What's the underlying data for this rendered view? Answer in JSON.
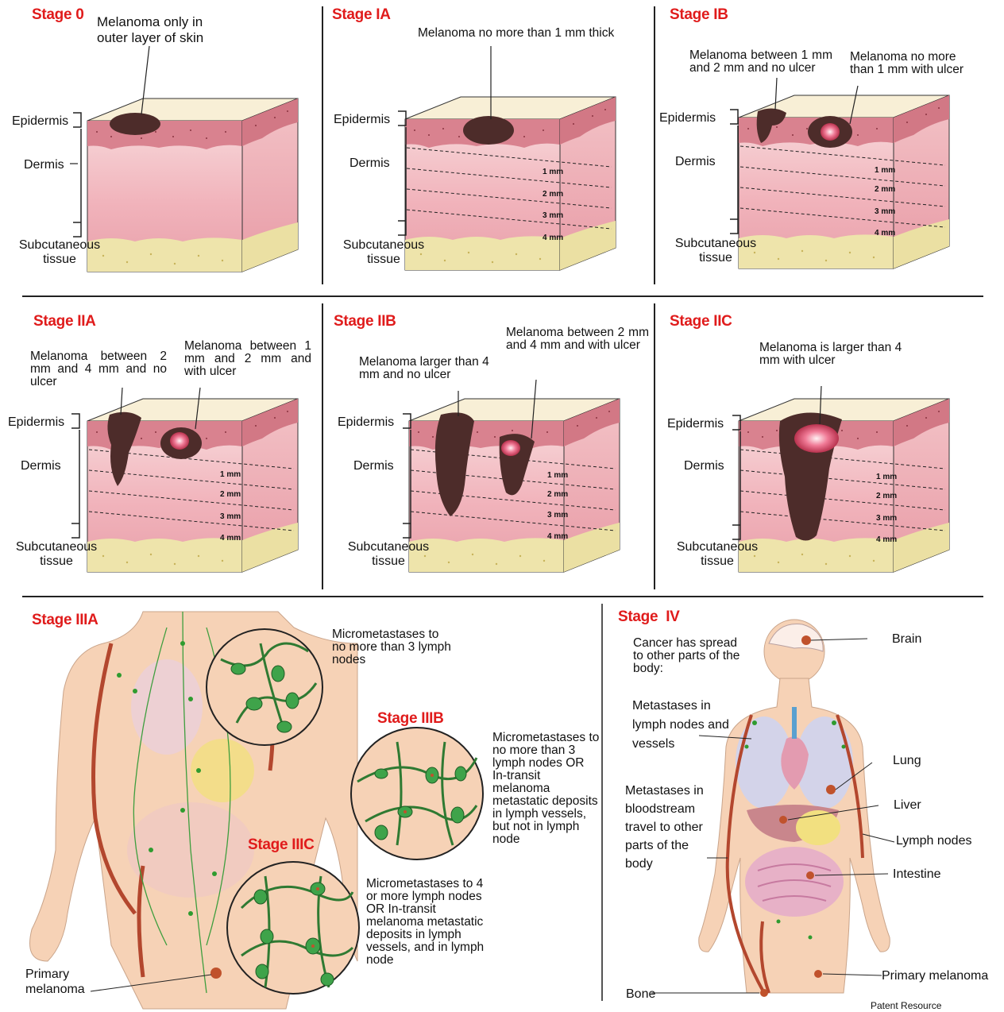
{
  "stages": {
    "s0": {
      "title": "Stage 0",
      "note": "Melanoma only in outer layer of skin"
    },
    "s1a": {
      "title": "Stage IA",
      "note": "Melanoma no more than 1 mm thick"
    },
    "s1b": {
      "title": "Stage IB",
      "note_a": "Melanoma between 1 mm and 2 mm and no ulcer",
      "note_b": "Melanoma no more than 1 mm with ulcer"
    },
    "s2a": {
      "title": "Stage IIA",
      "note_a": "Melanoma between 2 mm and 4 mm and no ulcer",
      "note_b": "Melanoma between 1 mm and 2 mm and with ulcer"
    },
    "s2b": {
      "title": "Stage IIB",
      "note_a": "Melanoma larger than 4 mm and no ulcer",
      "note_b": "Melanoma between 2 mm and 4 mm and with ulcer"
    },
    "s2c": {
      "title": "Stage IIC",
      "note": "Melanoma is larger than 4 mm with ulcer"
    },
    "s3a": {
      "title": "Stage IIIA",
      "note": "Micrometastases to no more than 3 lymph nodes"
    },
    "s3b": {
      "title": "Stage IIIB",
      "note": "Micrometastases to no more than 3 lymph nodes OR In-transit melanoma metastatic deposits in lymph vessels, but not in lymph node"
    },
    "s3c": {
      "title": "Stage IIIC",
      "note": "Micrometastases to 4 or more lymph nodes OR In-transit melanoma metastatic deposits in lymph vessels, and in lymph node"
    },
    "s4": {
      "title": "Stage  IV",
      "note": "Cancer has spread to other parts of the body:"
    }
  },
  "layers": {
    "epidermis": "Epidermis",
    "dermis": "Dermis",
    "sub1": "Subcutaneous",
    "sub2": "tissue"
  },
  "depths": [
    "1 mm",
    "2 mm",
    "3 mm",
    "4 mm"
  ],
  "stage3": {
    "primary": "Primary melanoma",
    "s3b_or": "OR",
    "s3c_or": "OR"
  },
  "stage4": {
    "met_lymph": "Metastases in lymph nodes and vessels",
    "met_blood": "Metastases in bloodstream travel to other parts of the body",
    "organs": {
      "brain": "Brain",
      "lung": "Lung",
      "liver": "Liver",
      "lymph": "Lymph nodes",
      "intestine": "Intestine",
      "primary": "Primary melanoma",
      "bone": "Bone"
    }
  },
  "credit": "Patent Resource",
  "colors": {
    "title_red": "#e01b1b",
    "skin_top": "#f7ecd2",
    "dermis": "#f2b8bf",
    "epidermis": "#d77b8a",
    "subcut": "#eee3a8",
    "melanoma": "#4a2a26"
  }
}
